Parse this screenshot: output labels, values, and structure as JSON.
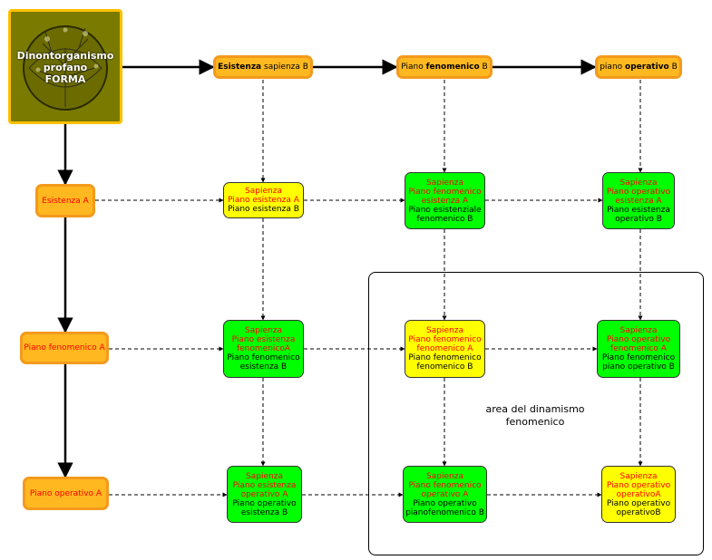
{
  "origin": {
    "line1": "Dinontorganismo",
    "line2": "profano",
    "line3": "FORMA"
  },
  "headers": [
    {
      "bold": "Esistenza",
      "rest": " sapienza B"
    },
    {
      "pre": "Piano ",
      "bold": "fenomenico",
      "post": " B"
    },
    {
      "pre": "piano ",
      "bold": "operativo",
      "post": " B"
    }
  ],
  "rows": [
    "Esistenza A",
    "Piano fenomenico A",
    "Piano operativo A"
  ],
  "cells": {
    "r1c1": {
      "red": [
        "Sapienza",
        "Piano esistenza A"
      ],
      "black": [
        "Piano esistenza B"
      ]
    },
    "r1c2": {
      "red": [
        "Sapienza",
        "Piano fenomenico",
        "esistenza A"
      ],
      "black": [
        "Piano esistenziale",
        "fenomenico B"
      ]
    },
    "r1c3": {
      "red": [
        "Sapienza",
        "Piano operativo",
        "esistenza A"
      ],
      "black": [
        "Piano esistenza",
        "operativo  B"
      ]
    },
    "r2c1": {
      "red": [
        "Sapienza",
        "Piano esistenza",
        "fenomenicoA"
      ],
      "black": [
        "Piano fenomenico",
        "esistenza B"
      ]
    },
    "r2c2": {
      "red": [
        "Sapienza",
        "Piano fenomenico",
        "fenomenico A"
      ],
      "black": [
        "Piano fenomenico",
        "fenomenico B"
      ]
    },
    "r2c3": {
      "red": [
        "Sapienza",
        "Piano operativo",
        "fenomenico A"
      ],
      "black": [
        "Piano fenomenico",
        "piano operativo B"
      ]
    },
    "r3c1": {
      "red": [
        "Sapienza",
        "Piano esistenza",
        "operativo A"
      ],
      "black": [
        "Piano operativo",
        "esistenza B"
      ]
    },
    "r3c2": {
      "red": [
        "Sapienza",
        "Piano fenomenico",
        "operativo A"
      ],
      "black": [
        "Piano operativo",
        "pianofenomenico B"
      ]
    },
    "r3c3": {
      "red": [
        "Sapienza",
        "Piano operativo",
        "operativoA"
      ],
      "black": [
        "Piano operativo",
        "operativoB"
      ]
    }
  },
  "area_label": {
    "line1": "area del dinamismo",
    "line2": "fenomenico"
  },
  "colors": {
    "orange": "#FFB820",
    "yellow": "#FFFF00",
    "green": "#00FF00",
    "origin_bg": "#7A7A00"
  }
}
